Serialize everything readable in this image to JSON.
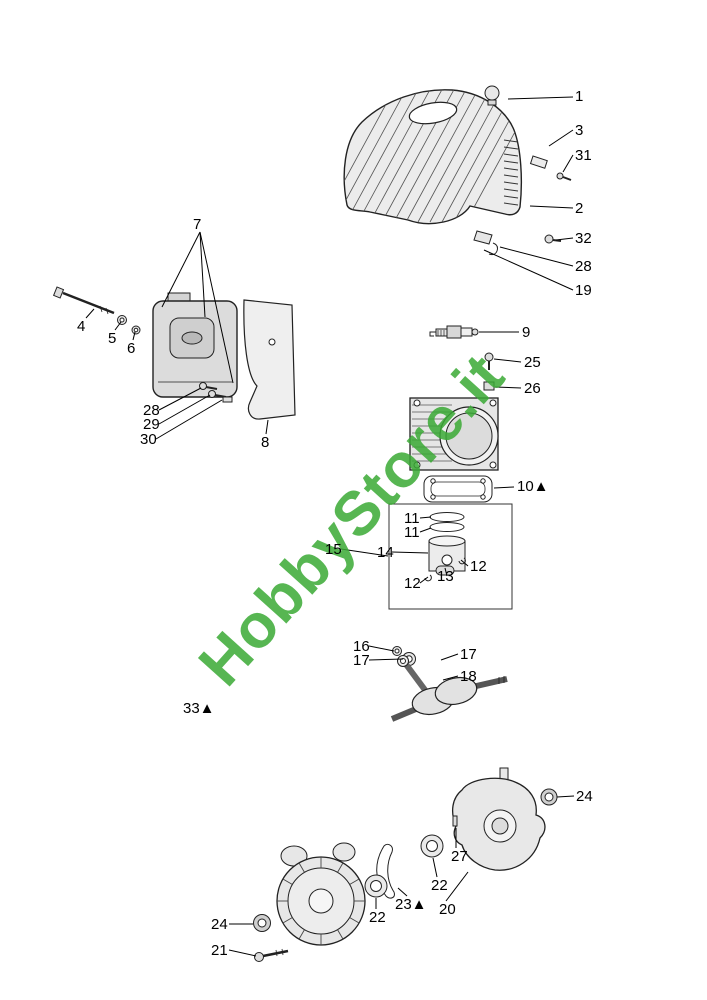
{
  "diagram": {
    "title": "engine-exploded-parts-diagram",
    "watermark": {
      "text": "HobbyStore.it",
      "color": "#3aaa35"
    },
    "callouts": {
      "c01": "1",
      "c02": "3",
      "c03": "31",
      "c04": "2",
      "c05": "32",
      "c06": "28",
      "c07": "19",
      "c08": "7",
      "c09": "4",
      "c10": "5",
      "c11": "6",
      "c12": "9",
      "c13": "25",
      "c14": "26",
      "c15": "28",
      "c16": "29",
      "c17": "30",
      "c18": "8",
      "c19": "10▲",
      "c20": "11",
      "c21": "11",
      "c22": "15",
      "c23": "14",
      "c24": "12",
      "c25": "13",
      "c26": "12",
      "c27": "16",
      "c28": "17",
      "c29": "17",
      "c30": "18",
      "c31": "33▲",
      "c32": "24",
      "c33": "27",
      "c34": "22",
      "c35": "23▲",
      "c36": "20",
      "c37": "22",
      "c38": "24",
      "c39": "21"
    }
  }
}
